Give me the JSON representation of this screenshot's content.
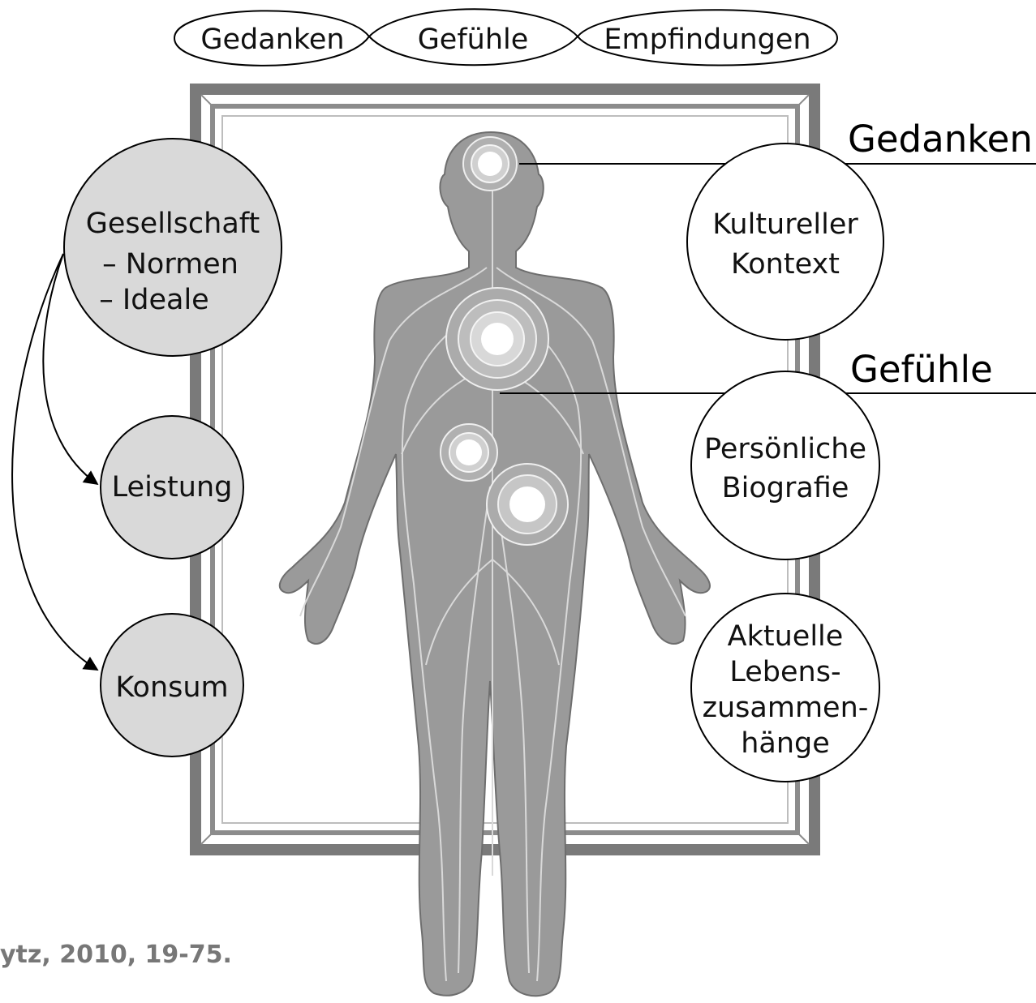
{
  "top_loop": [
    "Gedanken",
    "Gefühle",
    "Empfindungen"
  ],
  "right_headings": {
    "gedanken": "Gedanken",
    "gefuehle": "Gefühle"
  },
  "left_circles": {
    "gesellschaft": [
      "Gesellschaft",
      "– Normen",
      "– Ideale"
    ],
    "leistung": "Leistung",
    "konsum": "Konsum"
  },
  "right_circles": {
    "kultur": [
      "Kultureller",
      "Kontext"
    ],
    "biografie": [
      "Persönliche",
      "Biografie"
    ],
    "lebens": [
      "Aktuelle",
      "Lebens-",
      "zusammen-",
      "hänge"
    ]
  },
  "citation": "ytz, 2010, 19-75.",
  "colors": {
    "frame": "#7a7a7a",
    "body": "#9a9a9a",
    "circle_fill_left": "#d9d9d9",
    "circle_fill_right": "#ffffff"
  }
}
